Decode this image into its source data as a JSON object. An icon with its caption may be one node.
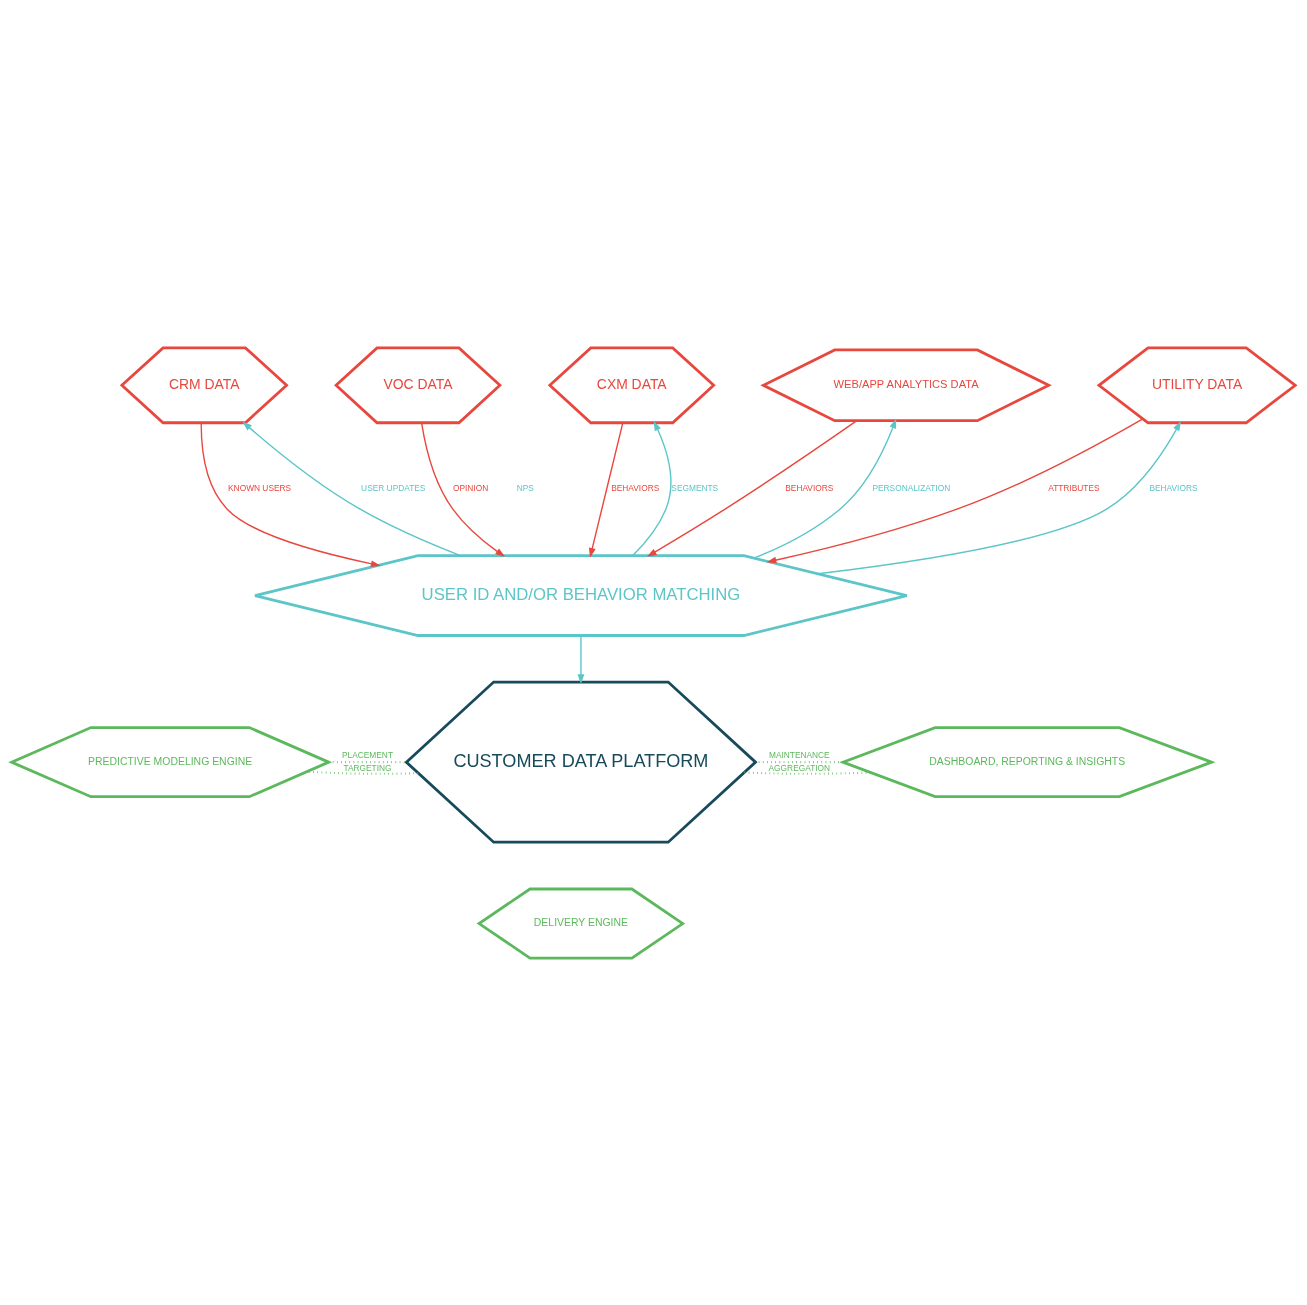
{
  "diagram": {
    "nodes": [
      {
        "text": [
          "CRM DATA"
        ]
      },
      {
        "text": [
          "VOC DATA"
        ]
      },
      {
        "text": [
          "CXM DATA"
        ]
      },
      {
        "text": [
          "WEB/APP ANALYTICS DATA"
        ]
      },
      {
        "text": [
          "UTILITY DATA"
        ]
      },
      {
        "text": [
          "USER ID AND/OR BEHAVIOR MATCHING"
        ]
      },
      {
        "text": [
          "CUSTOMER DATA PLATFORM"
        ]
      },
      {
        "text": [
          "PREDICTIVE MODELING ENGINE"
        ]
      },
      {
        "text": [
          "DASHBOARD, REPORTING & INSIGHTS"
        ]
      },
      {
        "text": [
          "DELIVERY ENGINE"
        ]
      }
    ],
    "edges": [
      {
        "from": 0,
        "to": 5,
        "arrow": "to",
        "label": "KNOWN USERS",
        "color": "#e8473e"
      },
      {
        "from": 5,
        "to": 0,
        "arrow": "to",
        "label": "USER UPDATES",
        "color": "#5bc5c8"
      },
      {
        "from": 1,
        "to": 5,
        "arrow": "to",
        "label": "OPINION",
        "color": "#e8473e"
      },
      {
        "from": 2,
        "to": 5,
        "arrow": "to",
        "label": "BEHAVIORS",
        "color": "#e8473e"
      },
      {
        "from": 5,
        "to": 2,
        "arrow": "to",
        "label": "SEGMENTS",
        "color": "#5bc5c8"
      },
      {
        "from": 3,
        "to": 5,
        "arrow": "to",
        "label": "BEHAVIORS",
        "color": "#e8473e"
      },
      {
        "from": 5,
        "to": 3,
        "arrow": "to",
        "label": "PERSONALIZATION",
        "color": "#5bc5c8"
      },
      {
        "from": 4,
        "to": 5,
        "arrow": "to",
        "label": "ATTRIBUTES",
        "color": "#e8473e"
      },
      {
        "from": 5,
        "to": 4,
        "arrow": "to",
        "label": "BEHAVIORS",
        "color": "#5bc5c8"
      },
      {
        "from": 5,
        "to": 6,
        "arrow": "to",
        "color": "#5bc5c8"
      },
      {
        "from": 7,
        "to": 6,
        "arrow": "none",
        "label": "PLACEMENT",
        "style": "dashed",
        "color": "#5cb85c"
      },
      {
        "from": 6,
        "to": 7,
        "arrow": "none",
        "label": "TARGETING",
        "style": "dashed",
        "color": "#5cb85c"
      },
      {
        "from": 6,
        "to": 8,
        "arrow": "none",
        "label": "AGGREGATION",
        "style": "dashed",
        "color": "#5cb85c"
      },
      {
        "from": 8,
        "to": 6,
        "arrow": "none",
        "label": "MAINTENANCE",
        "style": "dashed",
        "color": "#5cb85c"
      }
    ],
    "labels": [
      "NPS"
    ]
  }
}
